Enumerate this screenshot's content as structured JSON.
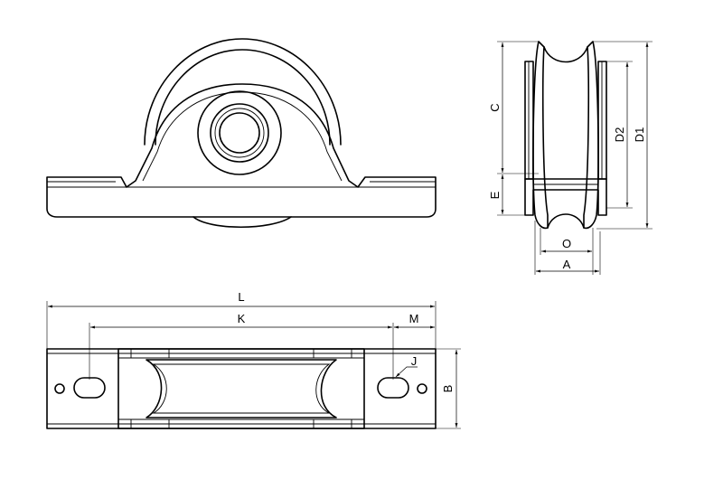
{
  "dimension_labels": {
    "L": "L",
    "K": "K",
    "M": "M",
    "J": "J",
    "B": "B",
    "C": "C",
    "E": "E",
    "D1": "D1",
    "D2": "D2",
    "O": "O",
    "A": "A"
  }
}
